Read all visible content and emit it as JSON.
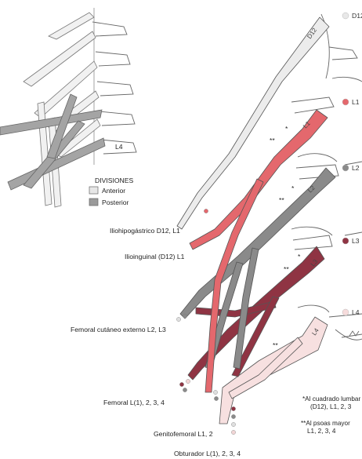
{
  "legend": {
    "title": "DIVISIONES",
    "items": [
      {
        "label": "Anterior",
        "color": "#e6e6e6"
      },
      {
        "label": "Posterior",
        "color": "#9a9a9a"
      }
    ]
  },
  "inset": {
    "level_label": "L4"
  },
  "roots": [
    {
      "label": "D12",
      "color": "#e8e8e8"
    },
    {
      "label": "L1",
      "color": "#e4686d"
    },
    {
      "label": "L2",
      "color": "#8a8a8a"
    },
    {
      "label": "L3",
      "color": "#8f3443"
    },
    {
      "label": "L4",
      "color": "#f6dcdc"
    }
  ],
  "nerve_tags": [
    "D12",
    "L1",
    "L2",
    "L3",
    "L4"
  ],
  "markers": [
    "*",
    "**",
    "*",
    "**",
    "*",
    "**",
    "**"
  ],
  "labels": [
    {
      "key": "iliohipogastrico",
      "text": "Iliohipogástrico D12, L1"
    },
    {
      "key": "ilioinguinal",
      "text": "Ilioinguinal (D12) L1"
    },
    {
      "key": "femoral_cutaneo",
      "text": "Femoral cutáneo externo L2, L3"
    },
    {
      "key": "femoral",
      "text": "Femoral L(1), 2, 3, 4"
    },
    {
      "key": "genitofemoral",
      "text": "Genitofemoral L1, 2"
    },
    {
      "key": "obturador",
      "text": "Obturador L(1), 2, 3, 4"
    }
  ],
  "notes": {
    "note1_line1": "*Al cuadrado lumbar",
    "note1_line2": "(D12), L1, 2, 3",
    "note2_line1": "**Al psoas mayor",
    "note2_line2": "L1, 2, 3, 4"
  },
  "colors": {
    "d12": "#e8e8e8",
    "l1": "#e4686d",
    "l2": "#8a8a8a",
    "l3": "#8f3443",
    "l4": "#f6dcdc",
    "outline": "#555555"
  }
}
